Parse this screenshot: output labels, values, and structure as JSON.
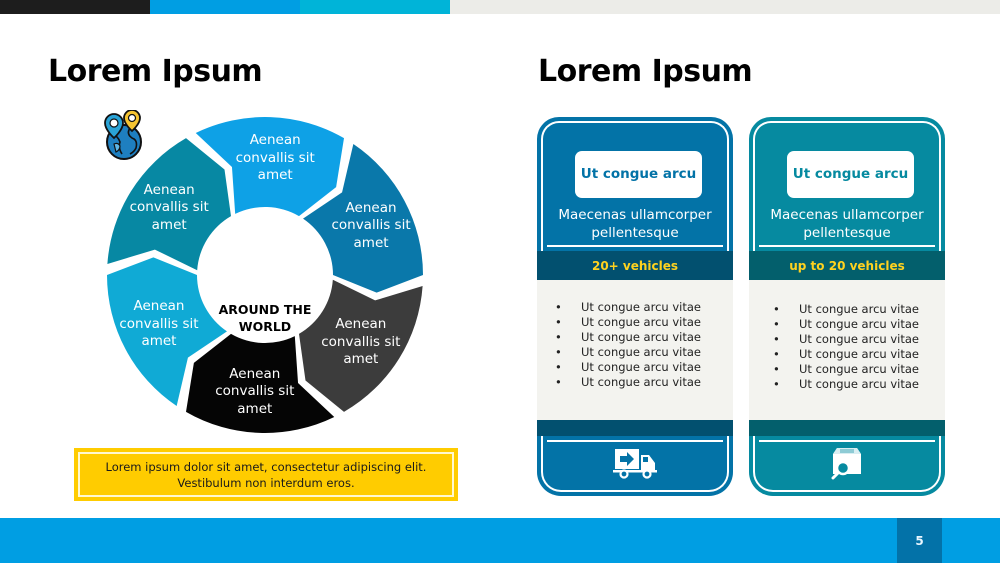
{
  "colors": {
    "top_segments": [
      "#1d1d1d",
      "#009ee3",
      "#00b4d8",
      "#ecece8"
    ],
    "note_bg": "#ffcc00",
    "band_text": "#ffd21f",
    "footer": "#009ee3",
    "page_number_bg": "#0372a8"
  },
  "left": {
    "title": "Lorem Ipsum",
    "cycle": {
      "center_label": "AROUND THE WORLD",
      "center_icon": "globe-location-pins-icon",
      "segments": [
        {
          "label": "Aenean convallis sit amet",
          "color": "#0ea1e6"
        },
        {
          "label": "Aenean convallis sit amet",
          "color": "#0a78aa"
        },
        {
          "label": "Aenean convallis sit amet",
          "color": "#3c3c3c"
        },
        {
          "label": "Aenean convallis sit amet",
          "color": "#050505"
        },
        {
          "label": "Aenean convallis sit amet",
          "color": "#10aad5"
        },
        {
          "label": "Aenean convallis sit amet",
          "color": "#0788a3"
        }
      ]
    },
    "note": "Lorem ipsum dolor sit amet, consectetur adipiscing elit. Vestibulum non interdum eros."
  },
  "right": {
    "title": "Lorem Ipsum",
    "cards": [
      {
        "heading": "Ut congue arcu",
        "subtitle": "Maecenas ullamcorper pellentesque",
        "band": "20+ vehicles",
        "items": [
          "Ut congue arcu vitae",
          "Ut congue arcu vitae",
          "Ut congue arcu vitae",
          "Ut congue arcu vitae",
          "Ut congue arcu vitae",
          "Ut congue arcu vitae"
        ],
        "icon": "delivery-truck-icon"
      },
      {
        "heading": "Ut congue arcu",
        "subtitle": "Maecenas ullamcorper pellentesque",
        "band": "up to 20 vehicles",
        "items": [
          "Ut congue arcu vitae",
          "Ut congue arcu vitae",
          "Ut congue arcu vitae",
          "Ut congue arcu vitae",
          "Ut congue arcu vitae",
          "Ut congue arcu vitae"
        ],
        "icon": "package-search-icon"
      }
    ]
  },
  "footer": {
    "page_number": "5"
  }
}
